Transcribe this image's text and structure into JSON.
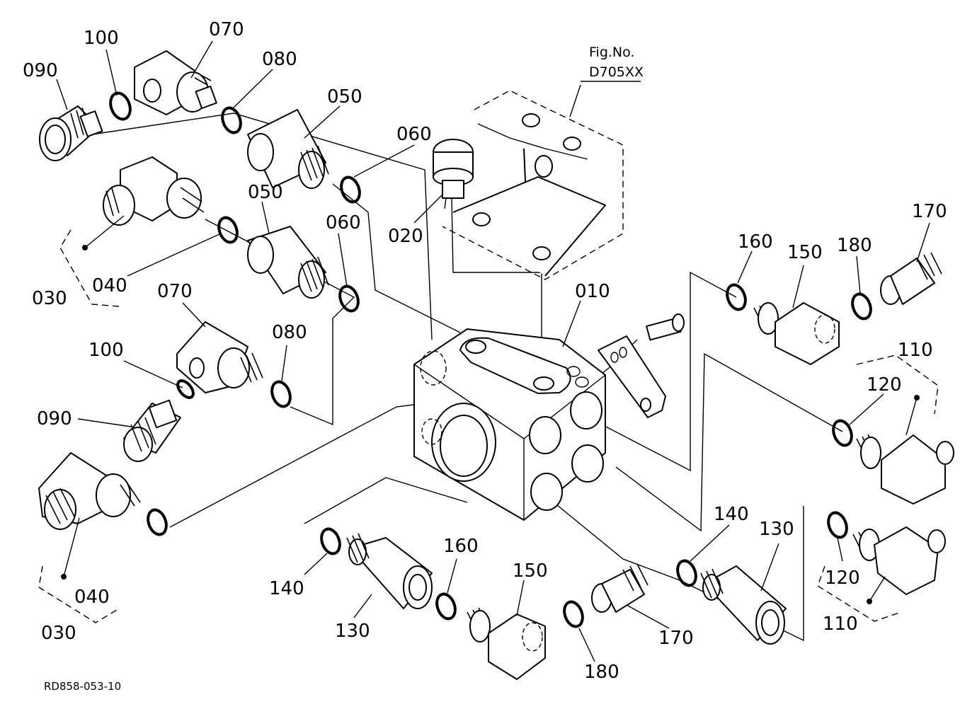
{
  "figure": {
    "ref_title": "Fig.No.",
    "ref_number": "D705XX",
    "drawing_code": "RD858-053-10"
  },
  "callouts": {
    "p010": "010",
    "p020": "020",
    "p030_a": "030",
    "p030_b": "030",
    "p040_a": "040",
    "p040_b": "040",
    "p050_a": "050",
    "p050_b": "050",
    "p060_a": "060",
    "p060_b": "060",
    "p070_a": "070",
    "p070_b": "070",
    "p080_a": "080",
    "p080_b": "080",
    "p090_a": "090",
    "p090_b": "090",
    "p100_a": "100",
    "p100_b": "100",
    "p110_a": "110",
    "p110_b": "110",
    "p120_a": "120",
    "p120_b": "120",
    "p130_a": "130",
    "p130_b": "130",
    "p140_a": "140",
    "p140_b": "140",
    "p150_a": "150",
    "p150_b": "150",
    "p160_a": "160",
    "p160_b": "160",
    "p170_a": "170",
    "p170_b": "170",
    "p180_a": "180",
    "p180_b": "180"
  }
}
